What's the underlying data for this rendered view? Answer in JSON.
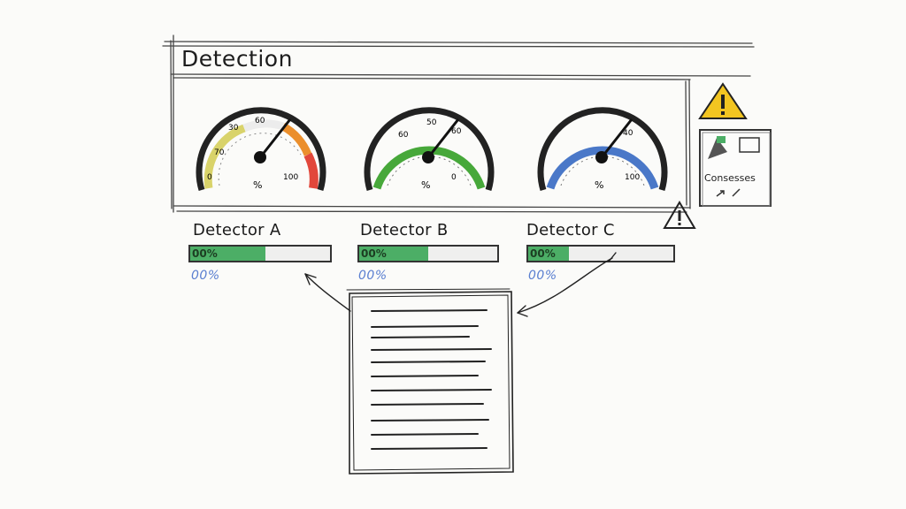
{
  "title": "Detection",
  "gauges": [
    {
      "ticks": [
        "0",
        "70",
        "30",
        "60",
        "100"
      ],
      "unit": "%",
      "value": 0.68,
      "accent": "#e2473b"
    },
    {
      "ticks": [
        "50",
        "60",
        "60",
        "0"
      ],
      "unit": "%",
      "value": 0.66,
      "accent": "#3aa23a"
    },
    {
      "ticks": [
        "40",
        "100"
      ],
      "unit": "%",
      "value": 0.7,
      "accent": "#4a78c8"
    }
  ],
  "detectors": [
    {
      "name": "Detector A",
      "bar_text": "00%",
      "fill": 0.54,
      "below_text": "00%"
    },
    {
      "name": "Detector B",
      "bar_text": "00%",
      "fill": 0.5,
      "below_text": "00%"
    },
    {
      "name": "Detector C",
      "bar_text": "00%",
      "fill": 0.28,
      "below_text": "00%"
    }
  ],
  "consensus": {
    "label": "Consesses"
  },
  "colors": {
    "green": "#4cae66",
    "warning": "#f2c521",
    "link": "#5a7fd0"
  }
}
